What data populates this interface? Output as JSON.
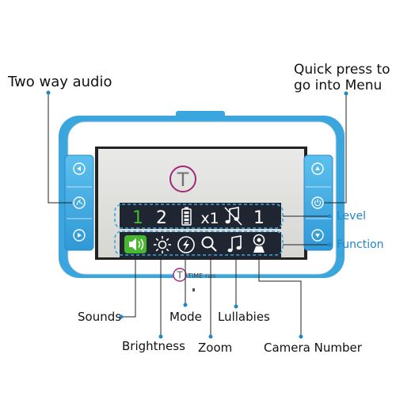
{
  "labels": {
    "two_way_audio": "Two way audio",
    "menu_line1": "Quick press to",
    "menu_line2": "go into Menu",
    "level": "Level",
    "function": "Function",
    "sounds": "Sounds",
    "mode": "Mode",
    "lullabies": "Lullabies",
    "brightness": "Brightness",
    "zoom": "Zoom",
    "camera_number": "Camera Number"
  },
  "brand": {
    "logo_letter": "T",
    "name_main": "TIME",
    "name_sub": "FLYS"
  },
  "level_row": {
    "sounds_level": "1",
    "brightness_level": "2",
    "zoom_level": "x1",
    "camera_number": "1"
  },
  "colors": {
    "device_blue": "#3aa6dd",
    "accent_blue": "#1f86c9",
    "sound_green": "#49b62f",
    "logo_magenta": "#a0287a"
  },
  "icons": [
    "speaker-icon",
    "sun-icon",
    "lightning-icon",
    "magnifier-icon",
    "music-note-icon",
    "camera-icon",
    "battery-icon",
    "muted-note-icon"
  ]
}
